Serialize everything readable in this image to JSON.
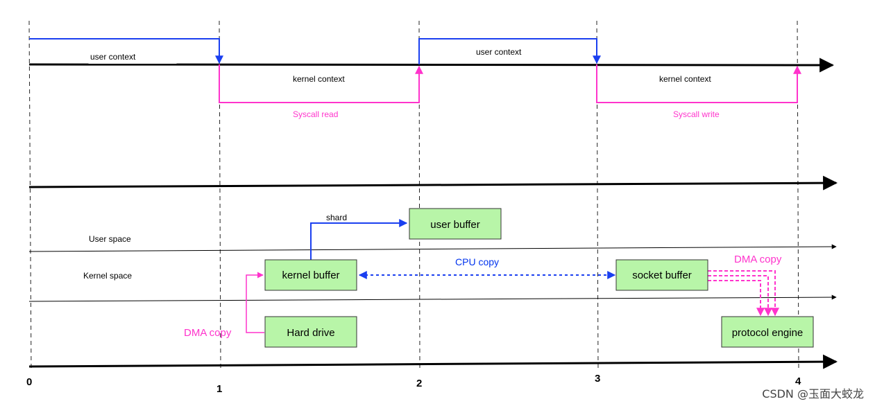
{
  "timeline": {
    "ticks": [
      "0",
      "1",
      "2",
      "3",
      "4"
    ]
  },
  "labels": {
    "user_context_1": "user context",
    "user_context_2": "user context",
    "kernel_context_1": "kernel context",
    "kernel_context_2": "kernel context",
    "syscall_read": "Syscall read",
    "syscall_write": "Syscall write",
    "user_space": "User space",
    "kernel_space": "Kernel  space",
    "shard": "shard",
    "cpu_copy": "CPU copy",
    "dma_copy_left": "DMA copy",
    "dma_copy_right": "DMA copy"
  },
  "boxes": {
    "user_buffer": "user buffer",
    "kernel_buffer": "kernel buffer",
    "socket_buffer": "socket buffer",
    "hard_drive": "Hard drive",
    "protocol_engine": "protocol engine"
  },
  "colors": {
    "user_signal": "#1a3ff0",
    "kernel_signal": "#ff33cc",
    "box_fill": "#b8f5a8",
    "cpu_copy": "#1a3ff0",
    "dma_copy": "#ff33cc"
  },
  "watermark": "CSDN @玉面大蛟龙"
}
